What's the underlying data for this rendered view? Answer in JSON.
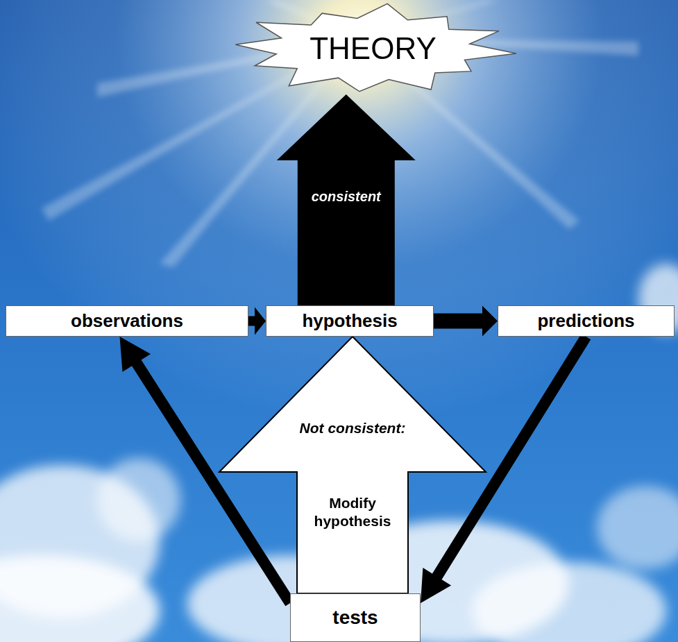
{
  "diagram": {
    "nodes": [
      {
        "text": [
          "THEORY"
        ]
      },
      {
        "text": [
          "observations"
        ]
      },
      {
        "text": [
          "hypothesis"
        ]
      },
      {
        "text": [
          "predictions"
        ]
      },
      {
        "text": [
          "tests"
        ]
      }
    ],
    "edges": [
      {
        "from": 1,
        "to": 2,
        "arrow": "to"
      },
      {
        "from": 2,
        "to": 3,
        "arrow": "to"
      },
      {
        "from": 3,
        "to": 4,
        "arrow": "to"
      },
      {
        "from": 4,
        "to": 1,
        "arrow": "to"
      },
      {
        "from": 2,
        "to": 0,
        "label": "consistent",
        "arrow": "to"
      },
      {
        "from": 4,
        "to": 2,
        "label": "Not consistent:",
        "arrow": "to"
      }
    ],
    "labels": [
      "Modify hypothesis"
    ]
  }
}
